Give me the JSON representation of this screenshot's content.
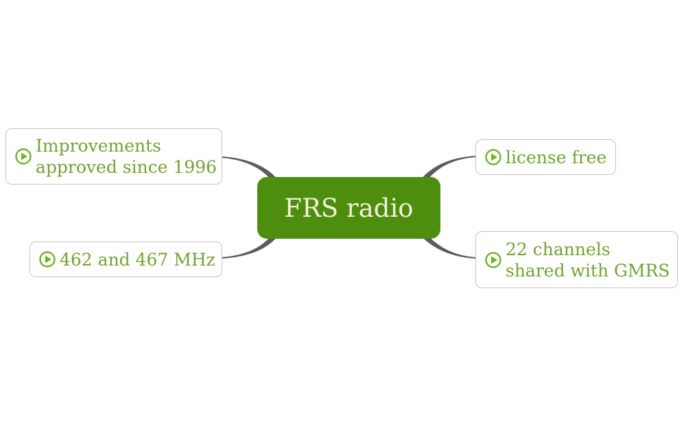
{
  "diagram": {
    "type": "mindmap",
    "root": {
      "label": "FRS radio"
    },
    "nodes": [
      {
        "id": "improvements",
        "position": "top-left",
        "icon": "circled-play-icon",
        "label_lines": [
          "Improvements",
          "approved since 1996"
        ]
      },
      {
        "id": "mhz",
        "position": "bottom-left",
        "icon": "circled-play-icon",
        "label_lines": [
          "462 and 467 MHz"
        ]
      },
      {
        "id": "license",
        "position": "top-right",
        "icon": "circled-play-icon",
        "label_lines": [
          "license free"
        ]
      },
      {
        "id": "channels",
        "position": "bottom-right",
        "icon": "circled-play-icon",
        "label_lines": [
          "22 channels",
          "shared with GMRS"
        ]
      }
    ],
    "colors": {
      "root_background": "#4e8e0e",
      "root_text": "#f2efd8",
      "branch_text": "#72a233",
      "icon_green": "#6fb229",
      "connector_gray": "#5c5c5c",
      "branch_border": "#c3c3c3",
      "page_background": "#ffffff"
    }
  }
}
